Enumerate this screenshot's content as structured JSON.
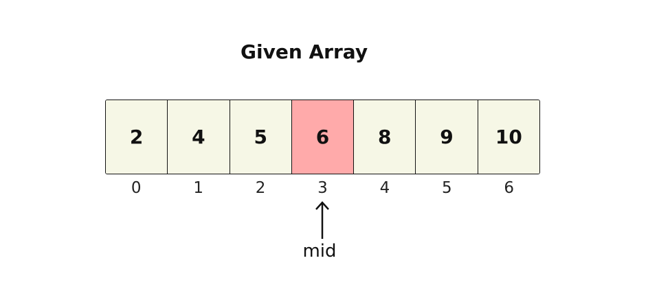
{
  "title": "Given Array",
  "array": {
    "values": [
      "2",
      "4",
      "5",
      "6",
      "8",
      "9",
      "10"
    ],
    "indices": [
      "0",
      "1",
      "2",
      "3",
      "4",
      "5",
      "6"
    ],
    "highlight_index": 3
  },
  "pointer": {
    "label": "mid"
  },
  "colors": {
    "cell_fill": "#f6f7e6",
    "highlight_fill": "#ffaaaa",
    "border": "#111111"
  }
}
